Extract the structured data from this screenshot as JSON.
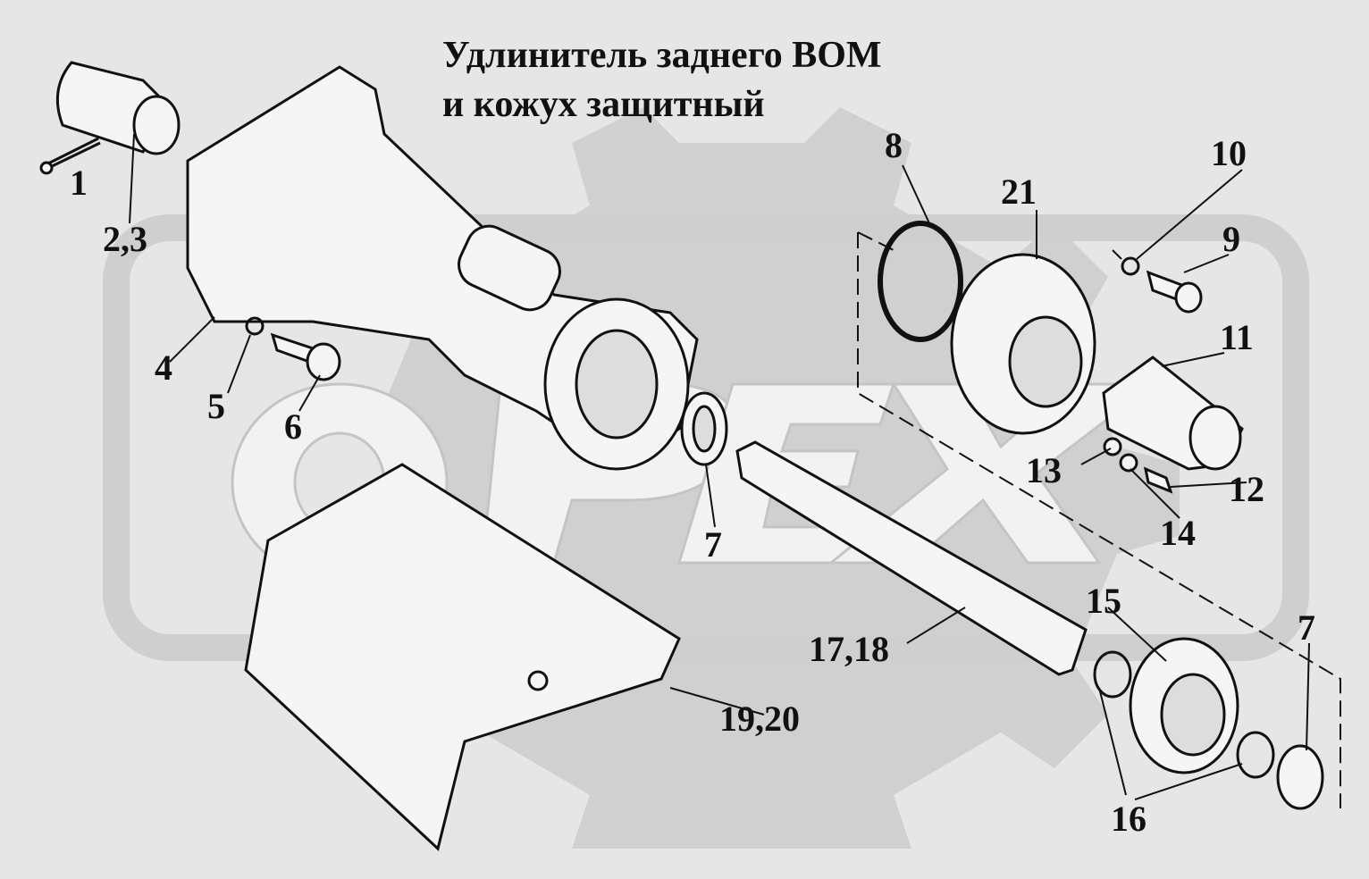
{
  "title": {
    "line1": "Удлинитель заднего ВОМ",
    "line2": "и кожух защитный"
  },
  "watermark": "OPEX",
  "colors": {
    "background": "#e6e6e6",
    "watermark": "#c8c8c8",
    "line": "#111111"
  },
  "labels": {
    "p1": "1",
    "p2_3": "2,3",
    "p4": "4",
    "p5": "5",
    "p6": "6",
    "p7a": "7",
    "p8": "8",
    "p21": "21",
    "p10": "10",
    "p9": "9",
    "p11": "11",
    "p13": "13",
    "p12": "12",
    "p14": "14",
    "p15": "15",
    "p17_18": "17,18",
    "p7b": "7",
    "p19_20": "19,20",
    "p16": "16"
  }
}
